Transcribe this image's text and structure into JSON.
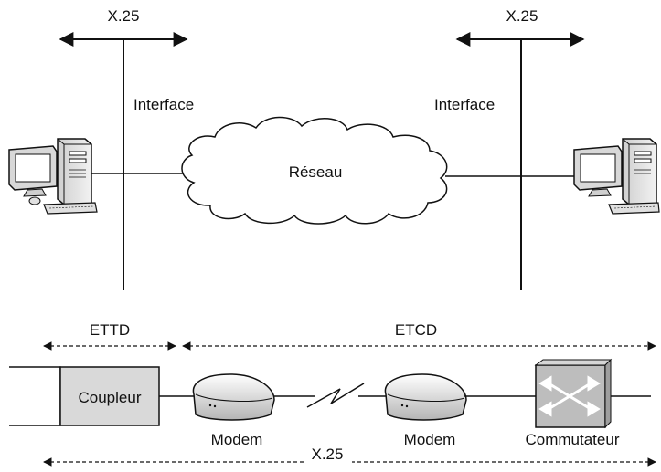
{
  "top": {
    "left_protocol": "X.25",
    "right_protocol": "X.25",
    "left_interface": "Interface",
    "right_interface": "Interface",
    "network": "Réseau"
  },
  "bottom": {
    "ettd": "ETTD",
    "etcd": "ETCD",
    "coupler": "Coupleur",
    "modem_left": "Modem",
    "modem_right": "Modem",
    "switch": "Commutateur",
    "protocol": "X.25"
  },
  "icons": [
    "computer-icon",
    "cloud-icon",
    "modem-icon",
    "switch-icon"
  ],
  "colors": {
    "line": "#111111",
    "coupler_fill": "#d9d9d9",
    "switch_fill": "#bdbdbd",
    "device_fill": "#e6e6e6"
  }
}
